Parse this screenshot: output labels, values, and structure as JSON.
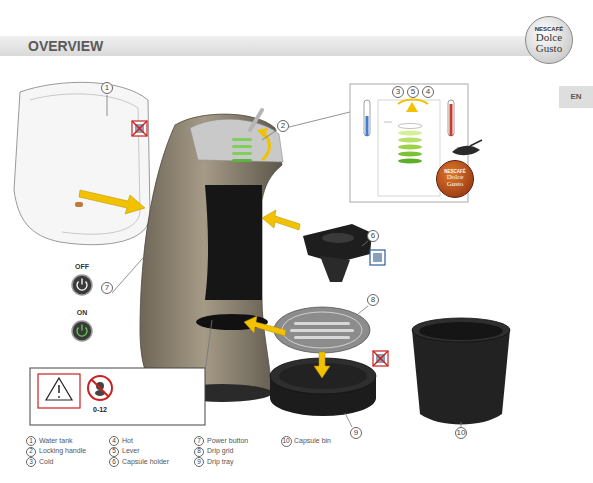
{
  "diagram": {
    "title": "OVERVIEW",
    "nodes": [
      {
        "text": [
          "NESCAFÉ",
          "Dolce Gusto"
        ]
      },
      {
        "text": [
          "1"
        ]
      },
      {
        "text": [
          "3"
        ]
      },
      {
        "text": [
          "5"
        ]
      },
      {
        "text": [
          "4"
        ]
      },
      {
        "text": [
          "2"
        ]
      },
      {
        "text": [
          "NESCAFÉ",
          "Dolce Gusto"
        ]
      },
      {
        "text": [
          "6"
        ]
      },
      {
        "text": [
          "7"
        ]
      },
      {
        "text": [
          "8"
        ]
      },
      {
        "text": [
          "9"
        ]
      },
      {
        "text": [
          "10"
        ]
      },
      {
        "text": [
          "1"
        ]
      },
      {
        "text": [
          "2"
        ]
      },
      {
        "text": [
          "3"
        ]
      },
      {
        "text": [
          "4"
        ]
      },
      {
        "text": [
          "5"
        ]
      },
      {
        "text": [
          "6"
        ]
      },
      {
        "text": [
          "7"
        ]
      },
      {
        "text": [
          "8"
        ]
      },
      {
        "text": [
          "9"
        ]
      },
      {
        "text": [
          "10"
        ]
      }
    ],
    "labels": [
      "EN",
      "OFF",
      "ON",
      "0-12",
      "Water tank",
      "Locking handle",
      "Cold",
      "Hot",
      "Lever",
      "Capsule holder",
      "Power button",
      "Drip grid",
      "Drip tray",
      "Capsule bin"
    ]
  }
}
